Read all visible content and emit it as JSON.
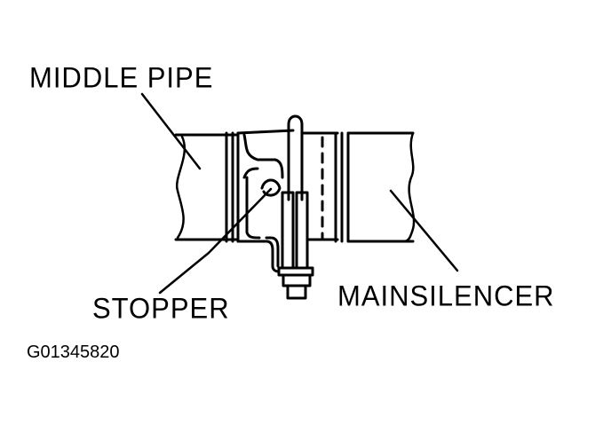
{
  "diagram": {
    "labels": {
      "middle_pipe": "MIDDLE PIPE",
      "stopper": "STOPPER",
      "main_silencer": "MAINSILENCER",
      "figure_code": "G01345820"
    },
    "colors": {
      "line": "#000000",
      "background": "#ffffff"
    }
  }
}
